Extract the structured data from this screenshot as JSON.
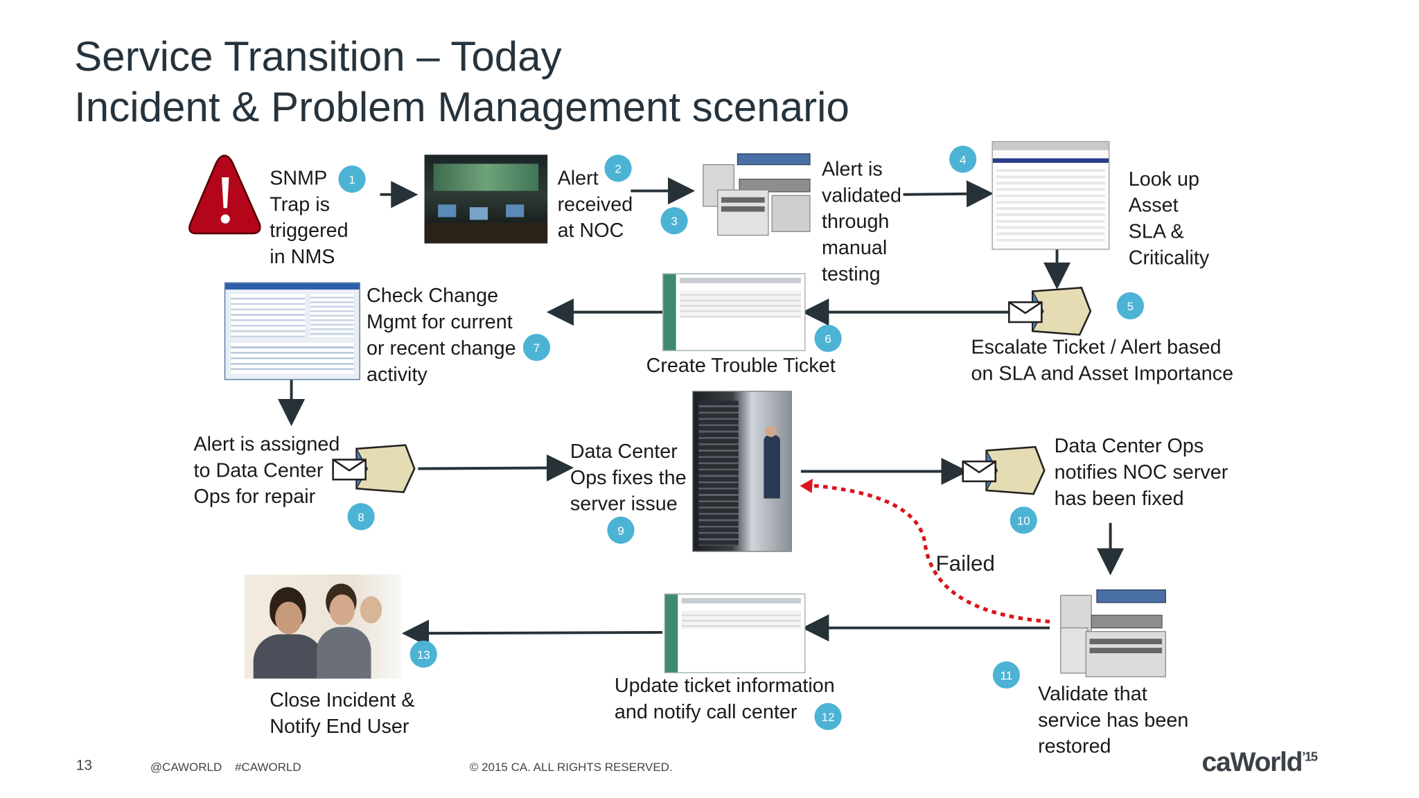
{
  "title": {
    "line1": "Service Transition – Today",
    "line2": "Incident & Problem Management scenario"
  },
  "steps": [
    {
      "number": "1",
      "label": "SNMP\nTrap is\ntriggered\nin NMS"
    },
    {
      "number": "2",
      "label": "Alert\nreceived\nat NOC"
    },
    {
      "number": "3",
      "label": "Alert is\nvalidated\nthrough\nmanual\ntesting"
    },
    {
      "number": "4",
      "label": "Look up\nAsset\nSLA &\nCriticality"
    },
    {
      "number": "5",
      "label": "Escalate Ticket / Alert based\non SLA and Asset Importance"
    },
    {
      "number": "6",
      "label": "Create Trouble Ticket"
    },
    {
      "number": "7",
      "label": "Check Change\nMgmt for current\nor recent change\nactivity"
    },
    {
      "number": "8",
      "label": "Alert is assigned\nto Data Center\nOps for repair"
    },
    {
      "number": "9",
      "label": "Data Center\nOps fixes the\nserver issue"
    },
    {
      "number": "10",
      "label": "Data Center Ops\nnotifies NOC server\nhas been fixed"
    },
    {
      "number": "11",
      "label": "Validate that\nservice has been\nrestored"
    },
    {
      "number": "12",
      "label": "Update ticket information\nand notify call center"
    },
    {
      "number": "13",
      "label": "Close Incident &\nNotify End User"
    }
  ],
  "failed_label": "Failed",
  "footer": {
    "page": "13",
    "handles": "@CAWORLD    #CAWORLD",
    "copyright": "© 2015 CA. ALL RIGHTS RESERVED.",
    "logo_main": "caWorld",
    "logo_year": "’15"
  },
  "icons": [
    "warning-icon",
    "noc-room-photo",
    "server-icon",
    "asset-table-screenshot",
    "mail-icon",
    "ticket-screenshot",
    "change-mgmt-screenshot",
    "datacenter-photo",
    "call-center-photo"
  ],
  "colors": {
    "badge": "#4cb3d4",
    "arrow": "#263238",
    "failed_line": "#d9141b",
    "warning": "#c8102e"
  }
}
